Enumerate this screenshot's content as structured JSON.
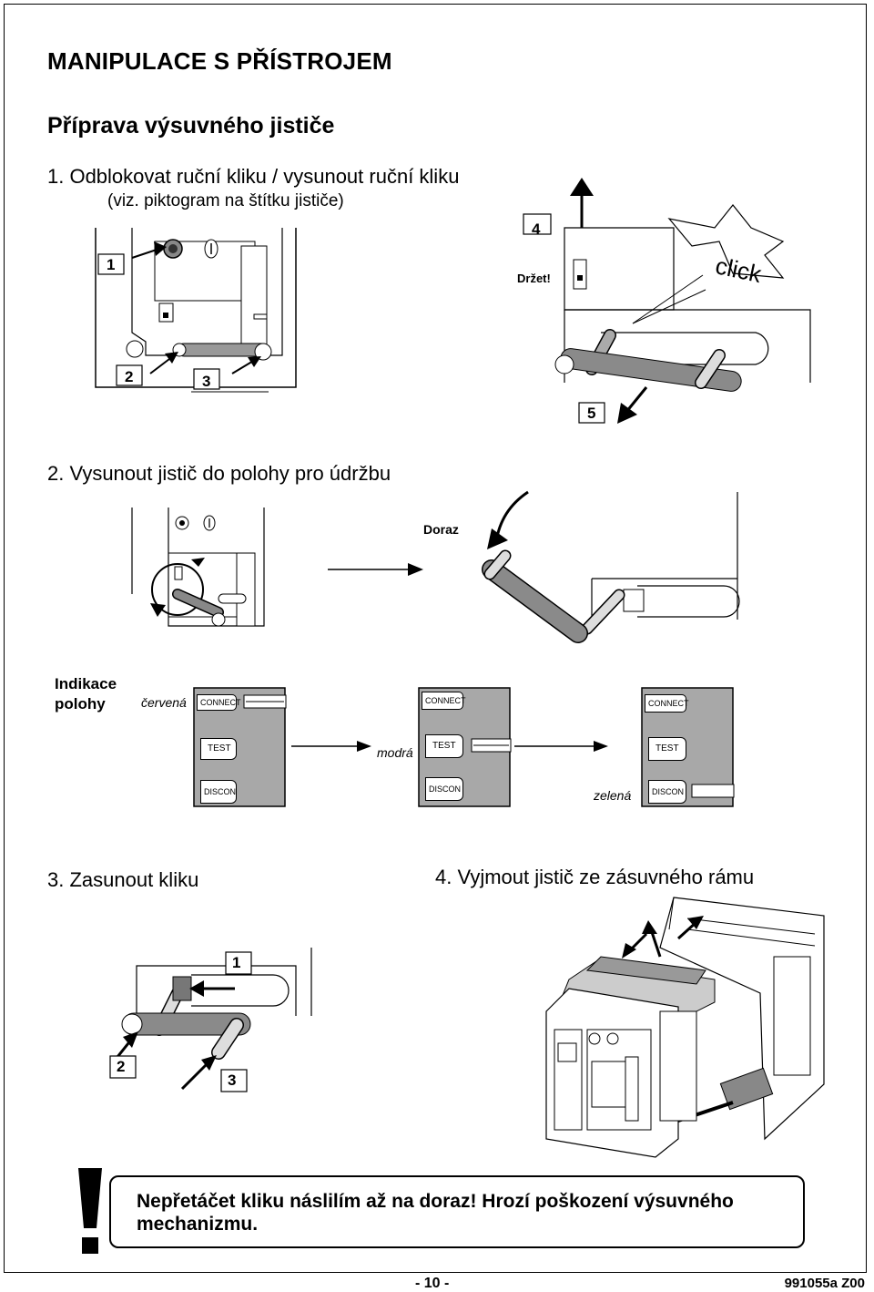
{
  "heading": "MANIPULACE S PŘÍSTROJEM",
  "subheading": "Příprava výsuvného jističe",
  "steps": {
    "s1": "1. Odblokovat ruční kliku / vysunout ruční kliku",
    "s1_note": "(viz. piktogram na štítku jističe)",
    "s2": "2. Vysunout jistič do polohy pro údržbu",
    "s3": "3. Zasunout kliku",
    "s4": "4. Vyjmout jistič ze zásuvného rámu"
  },
  "callouts": {
    "n1": "1",
    "n2": "2",
    "n3": "3",
    "n4": "4",
    "n5": "5",
    "hold": "Držet!",
    "click": "click",
    "stop": "Doraz",
    "c3_1": "1",
    "c3_2": "2",
    "c3_3": "3"
  },
  "indicator": {
    "title_line1": "Indikace",
    "title_line2": "polohy",
    "color_red": "červená",
    "color_blue": "modrá",
    "color_green": "zelená",
    "connect": "CONNECT",
    "test": "TEST",
    "discon": "DISCON"
  },
  "warning": {
    "symbol": "!",
    "text": "Nepřetáčet kliku náslilím až na doraz! Hrozí poškození výsuvného mechanizmu."
  },
  "footer": {
    "page": "- 10 -",
    "doc": "991055a Z00"
  }
}
